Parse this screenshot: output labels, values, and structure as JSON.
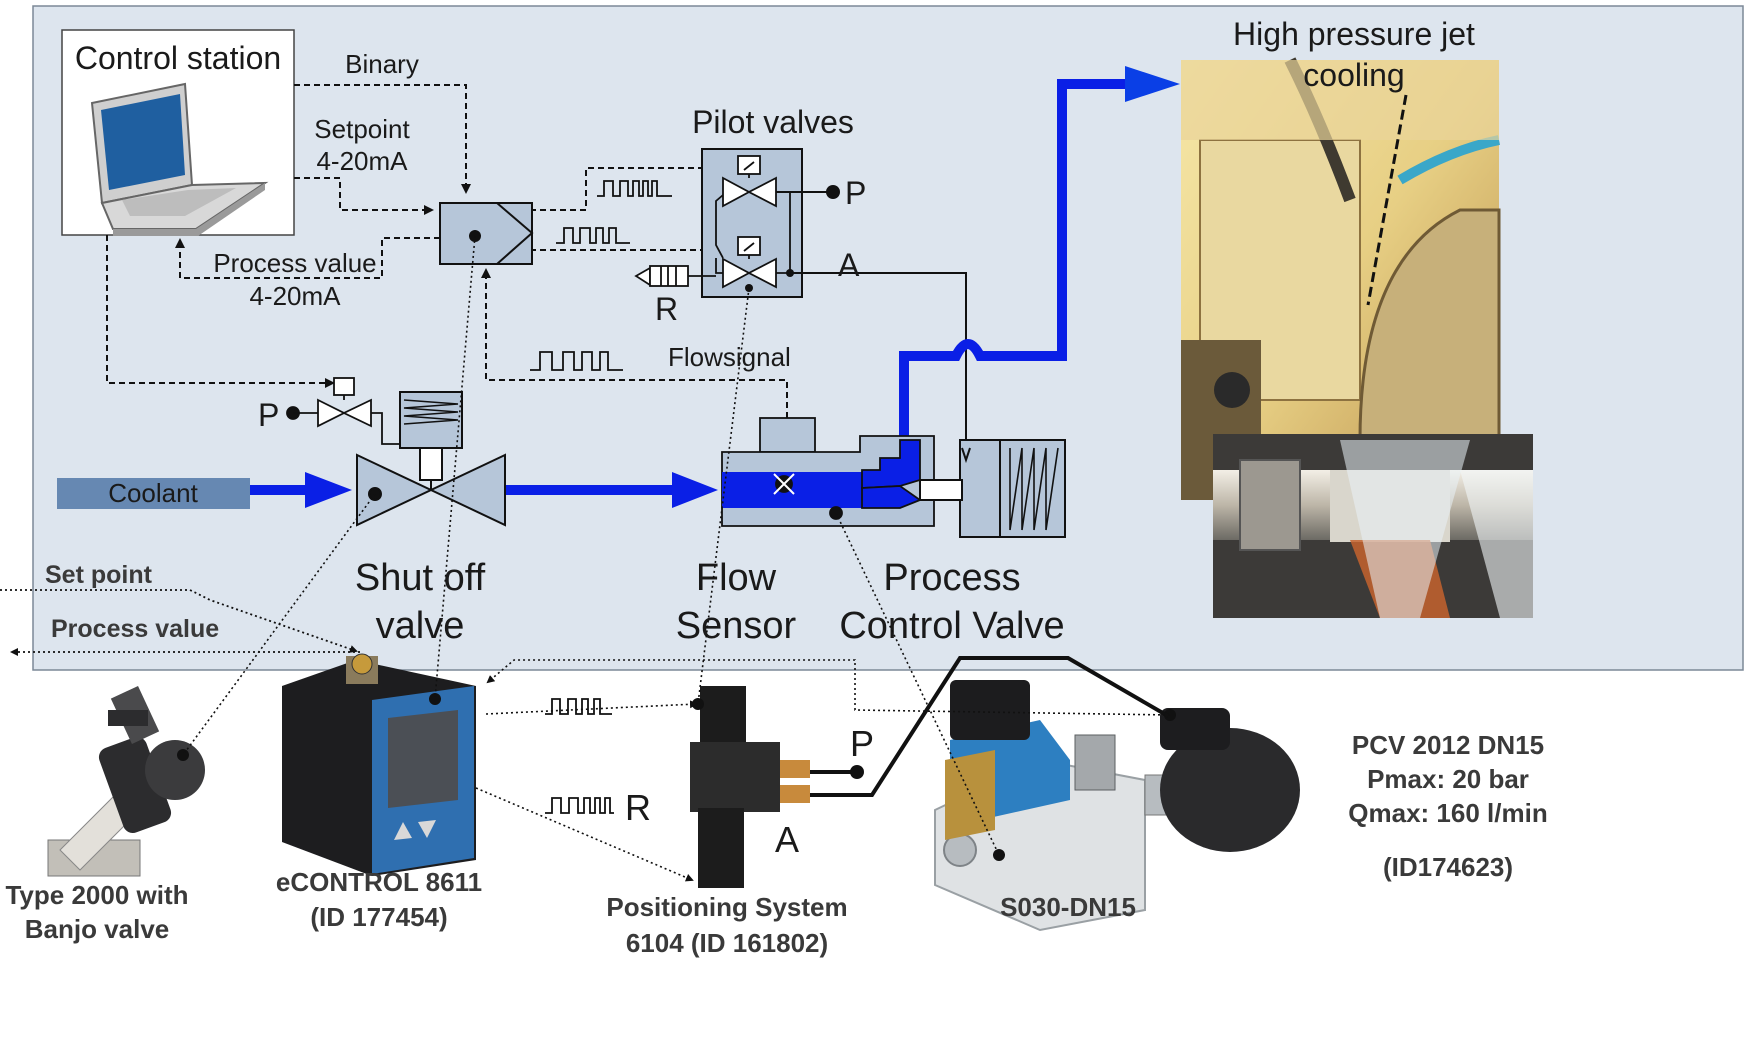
{
  "labels": {
    "control_station": "Control station",
    "binary": "Binary",
    "setpoint_line1": "Setpoint",
    "setpoint_line2": "4-20mA",
    "process_value_line1": "Process value",
    "process_value_line2": "4-20mA",
    "pilot_valves": "Pilot valves",
    "port_p_top": "P",
    "port_a_top": "A",
    "port_r_top": "R",
    "port_p_shutoff": "P",
    "flowsignal": "Flowsignal",
    "coolant": "Coolant",
    "shut_off_line1": "Shut off",
    "shut_off_line2": "valve",
    "flow_sensor_line1": "Flow",
    "flow_sensor_line2": "Sensor",
    "pcv_line1": "Process",
    "pcv_line2": "Control Valve",
    "hp_jet_line1": "High pressure jet",
    "hp_jet_line2": "cooling",
    "set_point_ext": "Set point",
    "process_value_ext": "Process value",
    "type2000_line1": "Type 2000 with",
    "type2000_line2": "Banjo valve",
    "econtrol_line1": "eCONTROL 8611",
    "econtrol_line2": "(ID 177454)",
    "positioning_line1": "Positioning System",
    "positioning_line2": "6104 (ID 161802)",
    "s030": "S030-DN15",
    "pcv_spec_line1": "PCV 2012 DN15",
    "pcv_spec_line2": "Pmax: 20 bar",
    "pcv_spec_line3": "Qmax: 160 l/min",
    "pcv_spec_id": "(ID174623)",
    "port_p_bottom": "P",
    "port_r_bottom": "R",
    "port_a_bottom": "A"
  },
  "colors": {
    "panel": "#dde5ee",
    "component": "#b6c6d9",
    "flow_blue": "#0a1fe6",
    "coolant_box": "#6688b2",
    "dark": "#111111"
  },
  "icons": [
    "laptop-icon",
    "camera-photo",
    "pilot-valve-symbol",
    "solenoid-valve-symbol"
  ]
}
